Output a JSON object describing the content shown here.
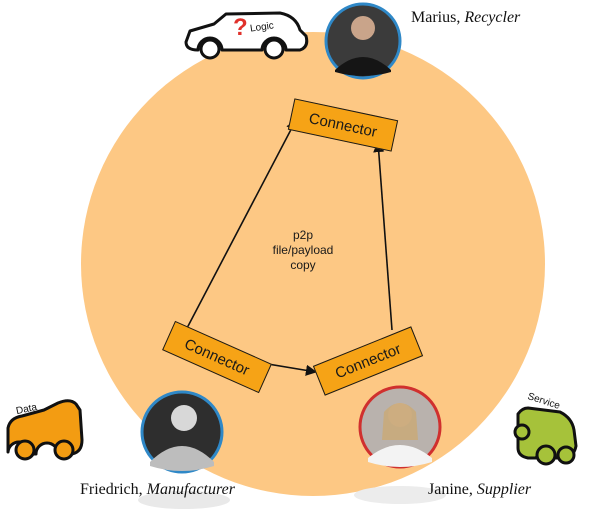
{
  "center_text": [
    "p2p",
    "file/payload",
    "copy"
  ],
  "connectors": {
    "top": "Connector",
    "left": "Connector",
    "right": "Connector"
  },
  "people": {
    "recycler": {
      "name": "Marius",
      "role": "Recycler",
      "ring_color": "#2f88c7"
    },
    "manufacturer": {
      "name": "Friedrich",
      "role": "Manufacturer",
      "ring_color": "#2f88c7"
    },
    "supplier": {
      "name": "Janine",
      "role": "Supplier",
      "ring_color": "#d0302e"
    }
  },
  "puzzle_pieces": {
    "logic": {
      "label": "Logic",
      "mark": "?",
      "color": "#ffffff",
      "mark_color": "#e0312b"
    },
    "data": {
      "label": "Data",
      "color": "#f39c12"
    },
    "service": {
      "label": "Service",
      "color": "#a6c23a"
    }
  },
  "colors": {
    "circle": "#fdc884",
    "connector_fill": "#f6a316",
    "line": "#111111"
  }
}
